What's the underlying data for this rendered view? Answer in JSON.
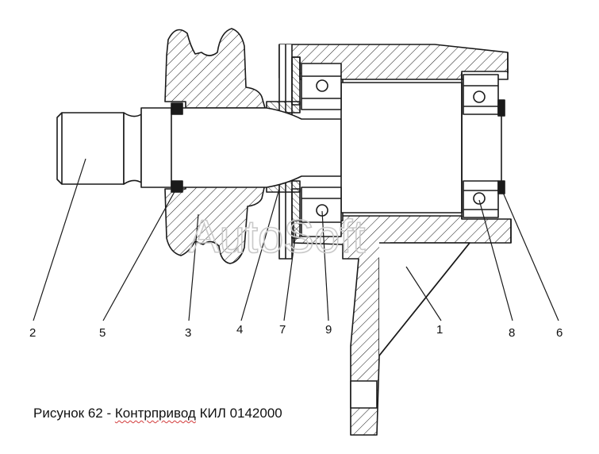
{
  "figure": {
    "caption_prefix": "Рисунок 62 - ",
    "caption_name": "Контрпривод",
    "caption_suffix": " КИЛ 0142000",
    "watermark": "AutoSoft"
  },
  "callouts": [
    {
      "id": "2",
      "label": "2"
    },
    {
      "id": "5",
      "label": "5"
    },
    {
      "id": "3",
      "label": "3"
    },
    {
      "id": "4",
      "label": "4"
    },
    {
      "id": "7",
      "label": "7"
    },
    {
      "id": "9",
      "label": "9"
    },
    {
      "id": "1",
      "label": "1"
    },
    {
      "id": "8",
      "label": "8"
    },
    {
      "id": "6",
      "label": "6"
    }
  ],
  "colors": {
    "line": "#1a1a1a",
    "background": "#ffffff",
    "watermark": "#c9c9c9"
  }
}
